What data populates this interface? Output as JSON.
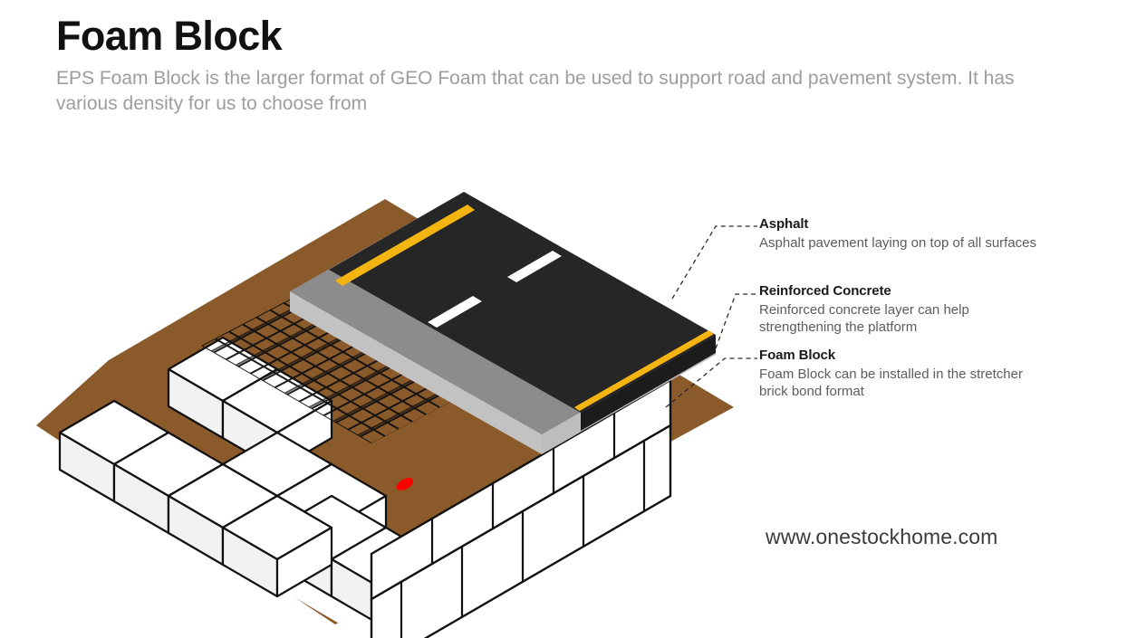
{
  "header": {
    "title": "Foam Block",
    "subtitle": "EPS Foam Block is the larger format of GEO Foam that can be used to support road and pavement system. It has various density for us to choose from"
  },
  "callouts": [
    {
      "id": "asphalt",
      "title": "Asphalt",
      "body": "Asphalt pavement laying on top of all surfaces"
    },
    {
      "id": "reinforced-concrete",
      "title": "Reinforced Concrete",
      "body": "Reinforced concrete layer can help strengthening the platform"
    },
    {
      "id": "foam-block",
      "title": "Foam Block",
      "body": "Foam Block can be installed in the stretcher brick bond format"
    }
  ],
  "website": "www.onestockhome.com",
  "illustration": {
    "type": "isometric-cutaway-diagram",
    "description": "Isometric cutaway of a road pavement build-up showing asphalt surface over reinforced concrete slab over EPS foam blocks laid on soil",
    "layers": [
      {
        "name": "asphalt",
        "label": "Asphalt",
        "color": "#262626"
      },
      {
        "name": "road-centre-line",
        "label": "Yellow edge line",
        "color": "#F5B511"
      },
      {
        "name": "lane-dashes",
        "label": "White lane dashes",
        "color": "#FFFFFF"
      },
      {
        "name": "reinforced-concrete",
        "label": "Reinforced Concrete",
        "color": "#8C8C8C"
      },
      {
        "name": "concrete-edge",
        "label": "Concrete edge",
        "color": "#C2C2C2"
      },
      {
        "name": "rebar-mesh",
        "label": "Steel reinforcement mesh",
        "color": "#000000"
      },
      {
        "name": "foam-block",
        "label": "Foam Block",
        "color": "#FFFFFF"
      },
      {
        "name": "foam-shade",
        "label": "Foam block shaded face",
        "color": "#EFEFEF"
      },
      {
        "name": "soil",
        "label": "Soil / ground",
        "color": "#8B5A2B"
      },
      {
        "name": "marker",
        "label": "Red marker",
        "color": "#FF0000"
      }
    ],
    "colors": {
      "soil": "#8B5A2B",
      "asphalt": "#262626",
      "yellow_line": "#F5B511",
      "concrete_top": "#8C8C8C",
      "concrete_edge": "#C2C2C2",
      "foam": "#FFFFFF",
      "foam_shade": "#EFEFEF",
      "outline": "#111111",
      "marker": "#FF0000"
    }
  }
}
